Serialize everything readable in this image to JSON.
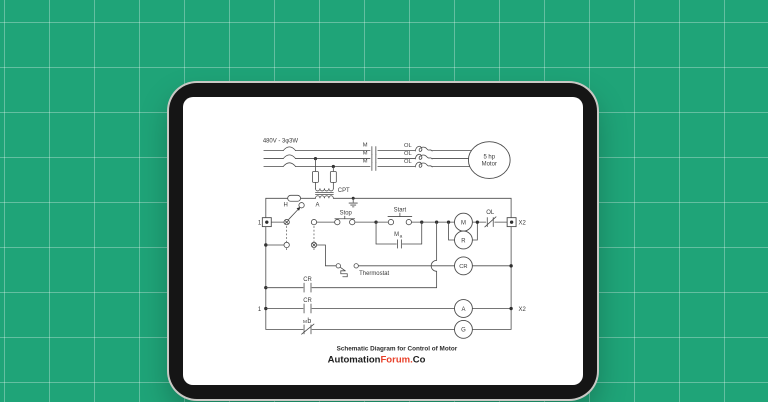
{
  "colors": {
    "background_green": "#1fa478",
    "grid_line": "rgba(255,255,255,0.30)",
    "tablet_bezel": "#151515",
    "tablet_edge": "#c8c8c4",
    "screen_white": "#ffffff",
    "schematic_line": "#4a4a4a",
    "brand_red": "#e8402a"
  },
  "schematic": {
    "power": {
      "source_label": "480V - 3φ3W",
      "contactor_labels": [
        "M",
        "M",
        "M"
      ],
      "overload_labels": [
        "OL",
        "OL",
        "OL"
      ],
      "motor_line1": "5 hp",
      "motor_line2": "Motor",
      "cpt_label": "CPT"
    },
    "control": {
      "terminal_1_rung1": "1",
      "terminal_x2_rung1": "X2",
      "selector_hand": "H",
      "selector_auto": "A",
      "stop": "Stop",
      "start": "Start",
      "seal_in_main": "M",
      "seal_in_sub": "a",
      "coil_m": "M",
      "coil_r": "R",
      "overload_contact": "OL",
      "thermostat": "Thermostat",
      "coil_cr": "CR",
      "cr_contact_1": "CR",
      "cr_contact_2": "CR",
      "terminal_1_rung4": "1",
      "coil_a": "A",
      "terminal_x2_rung4": "X2",
      "mb_main": "M",
      "mb_sub": "b",
      "coil_g": "G"
    },
    "caption": {
      "title": "Schematic Diagram for Control of Motor",
      "brand_black_1": "Automation",
      "brand_red_part": "Forum",
      "brand_dot": ".",
      "brand_black_2": "Co"
    }
  }
}
